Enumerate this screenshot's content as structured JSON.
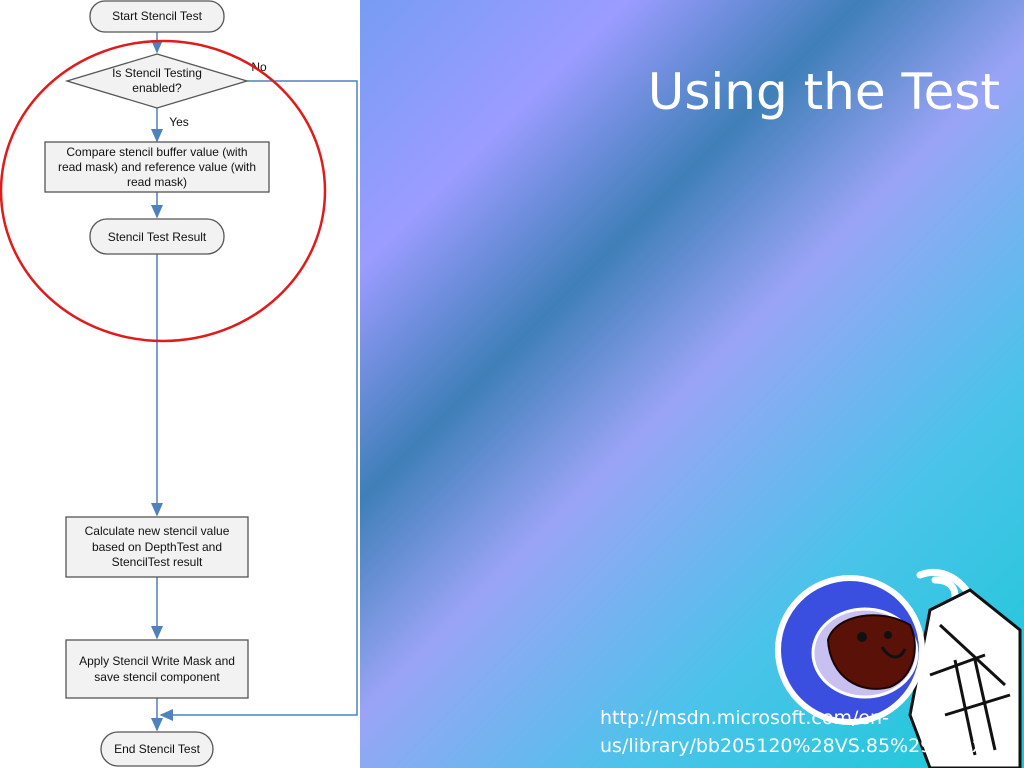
{
  "slide": {
    "title": "Using the Test",
    "source_url_line1": "http://msdn.microsoft.com/en-",
    "source_url_line2": "us/library/bb205120%28VS.85%29.aspx"
  },
  "flowchart": {
    "start": "Start Stencil Test",
    "decision_line1": "Is Stencil Testing",
    "decision_line2": "enabled?",
    "label_no": "No",
    "label_yes": "Yes",
    "compare_line1": "Compare stencil buffer value (with",
    "compare_line2": "read mask) and reference value (with",
    "compare_line3": "read mask)",
    "result": "Stencil Test Result",
    "calc_line1": "Calculate new stencil value",
    "calc_line2": "based on DepthTest and",
    "calc_line3": "StencilTest result",
    "apply_line1": "Apply Stencil Write Mask and",
    "apply_line2": "save stencil component",
    "end": "End Stencil Test"
  },
  "colors": {
    "arrow": "#4f81bd",
    "highlight_circle": "#e01b1b",
    "node_fill": "#f2f2f2",
    "node_stroke": "#555555"
  }
}
